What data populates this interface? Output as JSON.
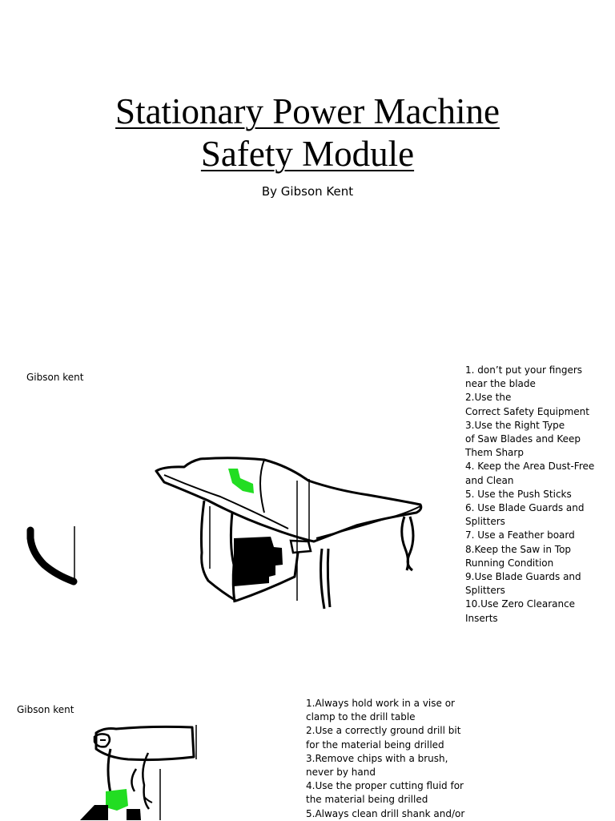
{
  "title": {
    "line1": "Stationary Power Machine",
    "line2": "Safety Module"
  },
  "byline": "By Gibson Kent",
  "section1": {
    "author": "Gibson kent",
    "lines": [
      "1. don’t put your fingers",
      "near the blade",
      "2.Use the",
      "Correct Safety Equipment",
      "3.Use the Right Type",
      "of Saw Blades and Keep",
      "Them Sharp",
      "4. Keep the Area Dust-Free",
      "and Clean",
      "5. Use the Push Sticks",
      "6. Use Blade Guards and",
      "Splitters",
      "7. Use a Feather board",
      "8.Keep the Saw in Top",
      "Running Condition",
      "9.Use Blade Guards and",
      "Splitters",
      "10.Use Zero Clearance",
      "Inserts"
    ]
  },
  "section2": {
    "author": "Gibson kent",
    "lines": [
      "1.Always hold work in a vise or",
      "clamp to the drill table",
      "2.Use a correctly ground drill bit",
      "for the material being drilled",
      "3.Remove chips with a brush,",
      "never by hand",
      "4.Use the proper cutting fluid for",
      "the material being drilled",
      "5.Always clean drill shank and/or"
    ]
  },
  "colors": {
    "accent_green": "#22dd22"
  }
}
